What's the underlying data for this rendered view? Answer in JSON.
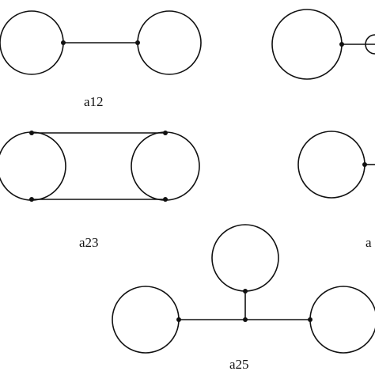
{
  "colors": {
    "stroke": "#111111",
    "background": "#ffffff"
  },
  "diagrams": [
    {
      "id": "a12",
      "label": "a12"
    },
    {
      "id": "a13",
      "label": ""
    },
    {
      "id": "a23",
      "label": "a23"
    },
    {
      "id": "a24",
      "label": "a"
    },
    {
      "id": "a25",
      "label": "a25"
    }
  ]
}
